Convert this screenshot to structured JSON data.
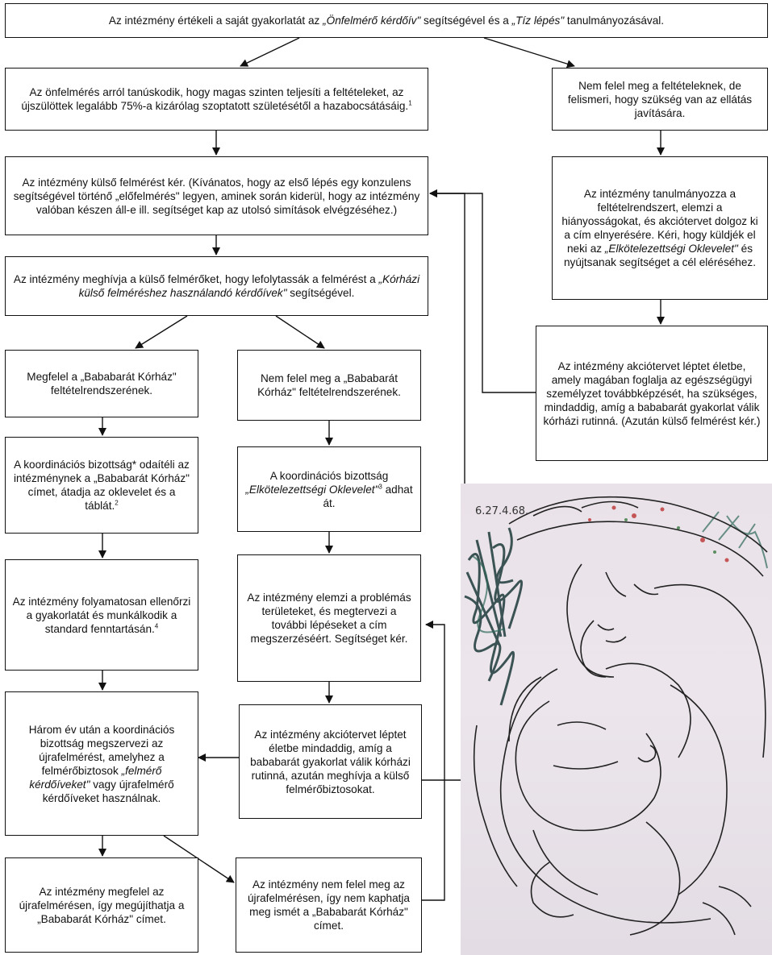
{
  "boxes": {
    "top": {
      "p1": "Az intézmény értékeli a saját gyakorlatát az ",
      "em1": "„Önfelmérő kérdőív\"",
      "p2": " segítségével és a ",
      "em2": "„Tíz lépés\"",
      "p3": " tanulmányozásával."
    },
    "meets": {
      "text": "Az önfelmérés arról tanúskodik, hogy magas szinten teljesíti a feltételeket, az újszülöttek legalább 75%-a kizárólag szoptatott születésétől a hazabocsátásáig.",
      "sup": "1"
    },
    "notmeets": {
      "text": "Nem felel meg a feltételeknek, de felismeri, hogy szükség van az ellátás javítására."
    },
    "external": {
      "text": "Az intézmény külső felmérést kér. (Kívánatos, hogy az első lépés egy konzulens segítségével történő „előfelmérés\" legyen, aminek során kiderül, hogy az intézmény valóban készen áll-e ill. segítséget kap az utolsó simítások elvégzéséhez.)"
    },
    "studies": {
      "p1": "Az intézmény tanulmányozza a feltételrendszert, elemzi a hiányosságokat, és akciótervet dolgoz ki a cím elnyerésére. Kéri, hogy küldjék el neki az ",
      "em": "„Elkötelezettségi Oklevelet\"",
      "p2": " és nyújtsanak segítséget a cél eléréséhez."
    },
    "invites": {
      "p1": "Az intézmény meghívja a külső felmérőket, hogy lefolytassák a felmérést a ",
      "em": "„Kórházi külső felméréshez használandó kérdőívek\"",
      "p2": " segítségével."
    },
    "action1": {
      "text": "Az intézmény akciótervet léptet életbe, amely magában foglalja az egészségügyi személyzet továbbképzését, ha szükséges, mindaddig, amíg a bababarát gyakorlat válik kórházi rutinná. (Azután külső felmérést kér.)"
    },
    "conform": {
      "text": "Megfelel a „Bababarát Kórház\" feltételrendszerének."
    },
    "nonconform": {
      "text": "Nem felel meg a „Bababarát Kórház\" feltételrendszerének."
    },
    "award": {
      "text": "A koordinációs bizottság* odaítéli az intézménynek a „Bababarát Kórház\" címet, átadja az oklevelet és a táblát.",
      "sup": "2"
    },
    "commit": {
      "p1": "A koordinációs bizottság ",
      "em": "„Elkötelezettségi Oklevelet\"",
      "sup": "3",
      "p2": " adhat át."
    },
    "monitor": {
      "text": "Az intézmény folyamatosan ellenőrzi a gyakorlatát és munkálkodik a standard fenntartásán.",
      "sup": "4"
    },
    "analyses": {
      "text": "Az intézmény elemzi a problémás területeket, és megtervezi a további lépéseket a cím megszerzéséért. Segítséget kér."
    },
    "reassess": {
      "p1": "Három év után a koordinációs bizottság megszervezi az újrafelmérést, amelyhez a felmérőbiztosok ",
      "em": "„felmérő kérdőíveket\"",
      "p2": " vagy újrafelmérő kérdőíveket használnak."
    },
    "action2": {
      "text": "Az intézmény akciótervet léptet életbe mindaddig, amíg a bababarát gyakorlat válik kórházi rutinná, azután meghívja a külső felmérőbiztosokat."
    },
    "renew": {
      "text": "Az intézmény megfelel az újrafelmérésen, így megújíthatja a „Bababarát Kórház\" címet."
    },
    "fail": {
      "text": "Az intézmény nem felel meg az újrafelmérésen, így nem kaphatja meg ismét a „Bababarát Kórház\" címet."
    }
  },
  "artwork": {
    "inscription": "6.27.4.68."
  }
}
